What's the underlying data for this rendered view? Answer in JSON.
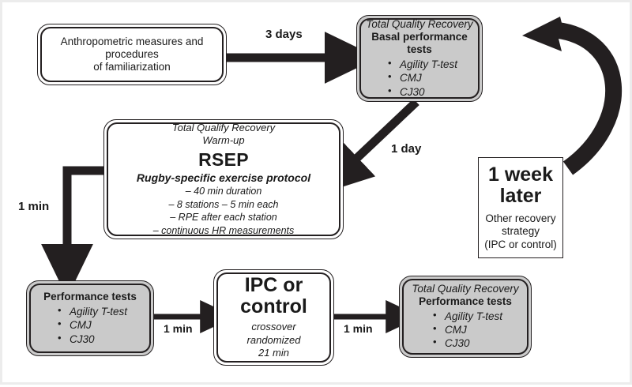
{
  "figure": {
    "title": "Rugby IPC recovery study experimental design flowchart",
    "frame_color": "#ececec",
    "line_color": "#231f20",
    "gray_fill": "#cacaca"
  },
  "nodes": {
    "familiarization": {
      "line1": "Anthropometric measures and",
      "line2": "procedures",
      "line3": "of familiarization"
    },
    "basal_tests": {
      "header": "Total Quality Recovery",
      "subheader": "Basal performance tests",
      "items": [
        "Agility T-test",
        "CMJ",
        "CJ30"
      ]
    },
    "rsep": {
      "header1": "Total Qualify Recovery",
      "header2": "Warm-up",
      "acronym": "RSEP",
      "subtitle": "Rugby-specific exercise protocol",
      "details": [
        "–  40 min duration",
        "–  8 stations – 5 min each",
        "–  RPE after each station",
        "–  continuous HR measurements"
      ]
    },
    "week_later": {
      "big1": "1 week",
      "big2": "later",
      "line1": "Other recovery",
      "line2": "strategy",
      "line3": "(IPC or control)"
    },
    "performance_tests_left": {
      "header": "Performance tests",
      "items": [
        "Agility T-test",
        "CMJ",
        "CJ30"
      ]
    },
    "ipc_or_control": {
      "big1": "IPC or",
      "big2": "control",
      "line1": "crossover",
      "line2": "randomized",
      "line3": "21 min"
    },
    "performance_tests_right": {
      "header": "Total Quality Recovery",
      "subheader": "Performance tests",
      "items": [
        "Agility T-test",
        "CMJ",
        "CJ30"
      ]
    }
  },
  "edges": {
    "three_days": "3 days",
    "one_day": "1 day",
    "one_min_left": "1 min",
    "one_min_bottom_1": "1 min",
    "one_min_bottom_2": "1 min"
  }
}
